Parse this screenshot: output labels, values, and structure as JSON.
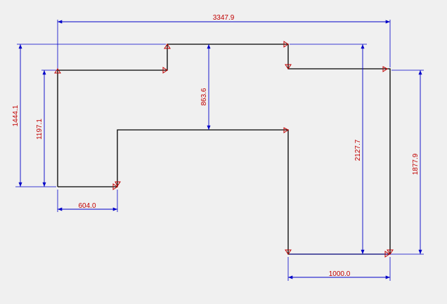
{
  "colors": {
    "background": "#f0f0f0",
    "outline": "#000000",
    "dimension_line": "#0000c8",
    "dimension_text": "#c00000",
    "vertex_marker": "#c00000"
  },
  "dimensions": {
    "overall_width": "3347.9",
    "left_outer_height": "1444.1",
    "left_inner_height": "1197.1",
    "center_depth": "863.6",
    "right_inner_height": "2127.7",
    "right_outer_height": "1877.9",
    "left_leg_width": "604.0",
    "right_leg_width": "1000.0"
  }
}
